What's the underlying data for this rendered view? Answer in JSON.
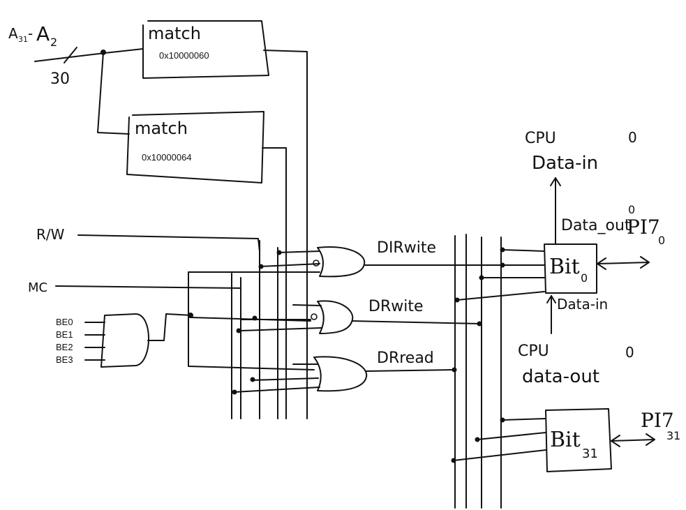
{
  "inputs": {
    "addr_a": "A",
    "addr_a_sub1": "31",
    "addr_dash": "-",
    "addr_b": "A",
    "addr_b_sub": "2",
    "addr_width": "30",
    "rw": "R/W",
    "mem": "MC"
  },
  "match_blocks": [
    {
      "title": "match",
      "address": "0x10000060"
    },
    {
      "title": "match",
      "address": "0x10000064"
    }
  ],
  "byte_enables": [
    "BE0",
    "BE1",
    "BE2",
    "BE3"
  ],
  "gates": {
    "dir_write": "DIRwite",
    "dr_write": "DRwite",
    "dr_read": "DRread"
  },
  "bit0": {
    "name": "Bit",
    "sub": "0",
    "data_out": "Data_out",
    "data_out_sub": "0",
    "data_in": "Data-in",
    "port": "PI7",
    "port_sub": "0"
  },
  "bit31": {
    "name": "Bit",
    "sub": "31",
    "port": "PI7",
    "port_sub": "31"
  },
  "cpu_top": {
    "line1": "CPU",
    "line2": "Data-in",
    "sub": "0"
  },
  "cpu_bottom": {
    "line1": "CPU",
    "line2": "data-out",
    "sub": "0"
  }
}
